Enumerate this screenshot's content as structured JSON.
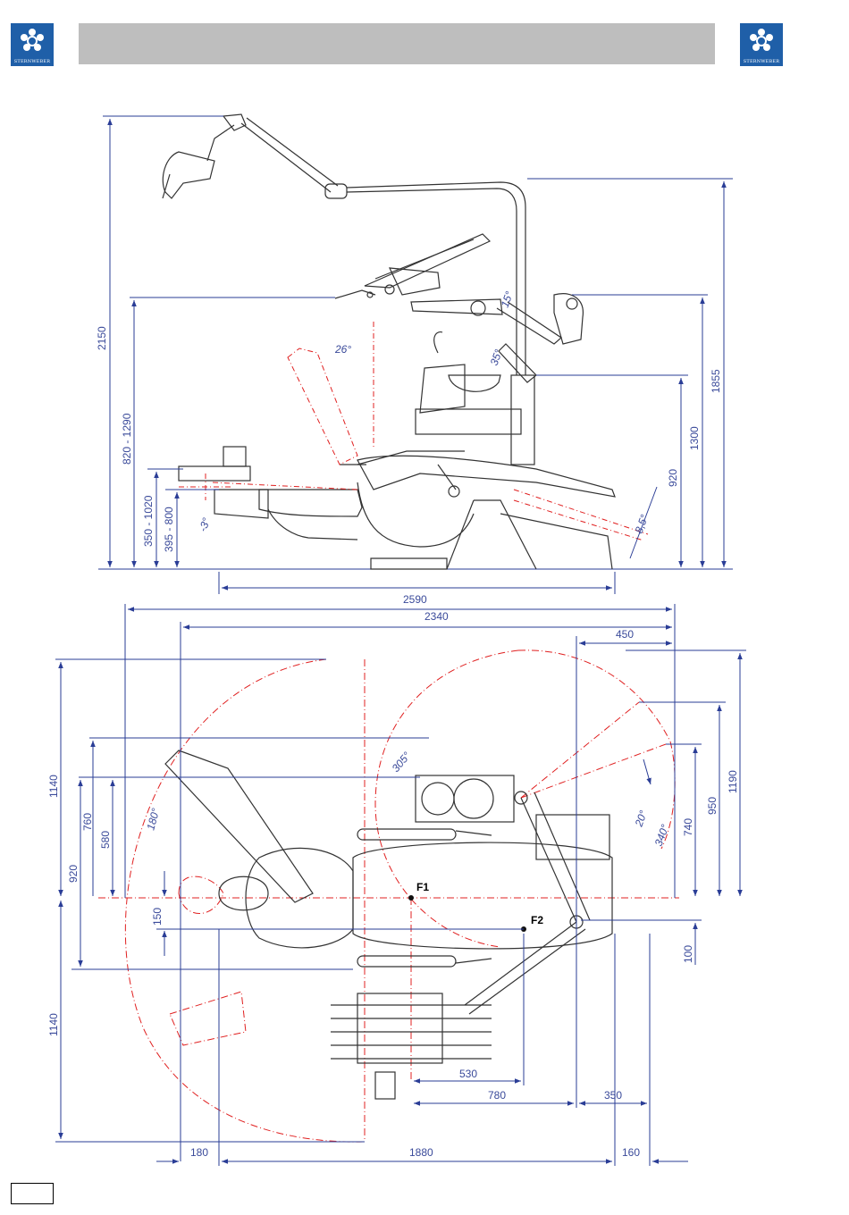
{
  "brand": {
    "logo_text": "STERNWEBER",
    "logo_color": "#1f5fa8",
    "header_bar_color": "#bebebe"
  },
  "colors": {
    "dimension": "#2a3d96",
    "outline": "#333333",
    "red_line": "#e02020"
  },
  "side_view": {
    "dims": {
      "total_height": "2150",
      "arm_height": "1855",
      "headrest_height": "1300",
      "seat_height": "920",
      "instrument_height": "820 - 1290",
      "tray_height": "350 - 1020",
      "footrest_height": "395 - 800",
      "total_length": "2590"
    },
    "angles": {
      "backrest": "26°",
      "arm_up": "15°",
      "arm_down": "35°",
      "footrest": "8,5°",
      "tray": "-3°"
    }
  },
  "top_view": {
    "dims": {
      "width_2340": "2340",
      "offset_450": "450",
      "right_1190": "1190",
      "right_950": "950",
      "right_740": "740",
      "right_100": "100",
      "left_1140_top": "1140",
      "left_1140_bottom": "1140",
      "left_920": "920",
      "left_760": "760",
      "left_580": "580",
      "left_150": "150",
      "f2_530": "530",
      "f1_780": "780",
      "r_350": "350",
      "bottom_180": "180",
      "bottom_1880": "1880",
      "bottom_160": "160"
    },
    "angles": {
      "rotation_305": "305°",
      "rotation_180": "180°",
      "rotation_340": "340°",
      "rotation_20": "20°"
    },
    "labels": {
      "f1": "F1",
      "f2": "F2"
    }
  }
}
